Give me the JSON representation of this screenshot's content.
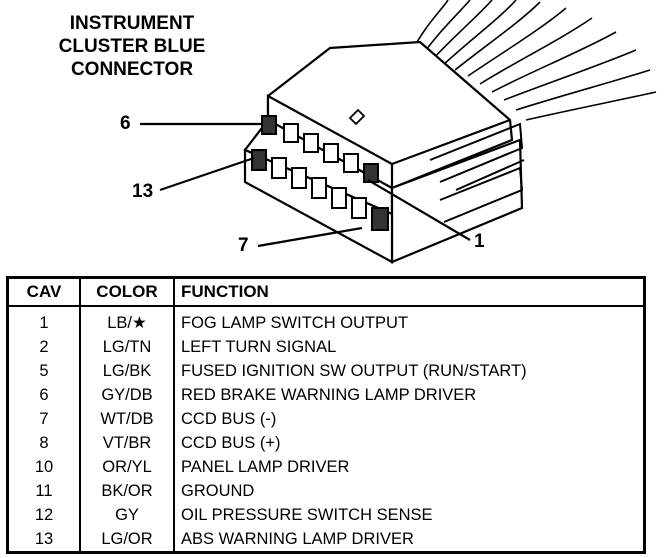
{
  "title": {
    "line1": "INSTRUMENT",
    "line2": "CLUSTER BLUE",
    "line3": "CONNECTOR"
  },
  "callouts": {
    "pin6": "6",
    "pin13": "13",
    "pin7": "7",
    "pin1": "1"
  },
  "table": {
    "headers": [
      "CAV",
      "COLOR",
      "FUNCTION"
    ],
    "rows": [
      {
        "cav": "1",
        "color": "LB/★",
        "function": "FOG LAMP SWITCH OUTPUT"
      },
      {
        "cav": "2",
        "color": "LG/TN",
        "function": "LEFT TURN SIGNAL"
      },
      {
        "cav": "5",
        "color": "LG/BK",
        "function": "FUSED IGNITION SW OUTPUT (RUN/START)"
      },
      {
        "cav": "6",
        "color": "GY/DB",
        "function": "RED BRAKE WARNING LAMP DRIVER"
      },
      {
        "cav": "7",
        "color": "WT/DB",
        "function": "CCD BUS (-)"
      },
      {
        "cav": "8",
        "color": "VT/BR",
        "function": "CCD BUS (+)"
      },
      {
        "cav": "10",
        "color": "OR/YL",
        "function": "PANEL LAMP DRIVER"
      },
      {
        "cav": "11",
        "color": "BK/OR",
        "function": "GROUND"
      },
      {
        "cav": "12",
        "color": "GY",
        "function": "OIL PRESSURE SWITCH SENSE"
      },
      {
        "cav": "13",
        "color": "LG/OR",
        "function": "ABS WARNING LAMP DRIVER"
      }
    ]
  }
}
